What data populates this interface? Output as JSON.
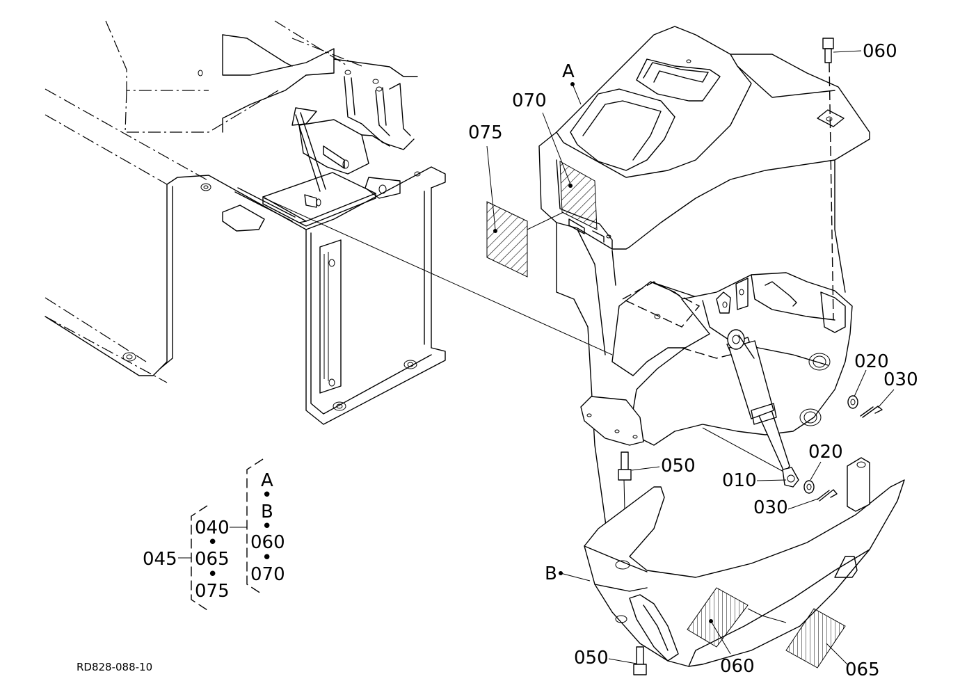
{
  "diagram": {
    "drawing_code": "RD828-088-10",
    "callouts": {
      "A": "A",
      "B": "B",
      "p010": "010",
      "p020a": "020",
      "p020b": "020",
      "p030a": "030",
      "p030b": "030",
      "p050a": "050",
      "p050b": "050",
      "p060a": "060",
      "p060b": "060",
      "p065": "065",
      "p070": "070",
      "p075": "075"
    },
    "kit_legend": {
      "assembly": "045",
      "group_1": [
        "040",
        "065",
        "075"
      ],
      "group_2": [
        "A",
        "B",
        "060",
        "070"
      ],
      "separator": "•"
    }
  }
}
